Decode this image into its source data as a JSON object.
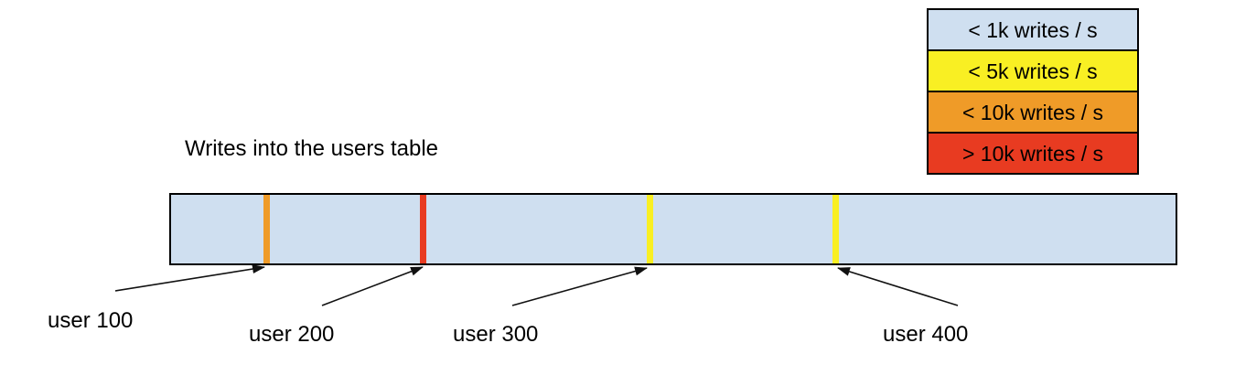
{
  "title": "Writes into the users table",
  "legend": {
    "items": [
      {
        "label": "< 1k writes / s",
        "color": "#cfdff0"
      },
      {
        "label": "< 5k writes / s",
        "color": "#f9ef23"
      },
      {
        "label": "< 10k writes / s",
        "color": "#ef9b28"
      },
      {
        "label": "> 10k writes / s",
        "color": "#e83b21"
      }
    ]
  },
  "bar": {
    "base_color": "#cfdff0",
    "hotspots": [
      {
        "user": "user 100",
        "color": "#ef9b28",
        "rate_category": "< 10k writes / s"
      },
      {
        "user": "user 200",
        "color": "#e83b21",
        "rate_category": "> 10k writes / s"
      },
      {
        "user": "user 300",
        "color": "#f9ef23",
        "rate_category": "< 5k writes / s"
      },
      {
        "user": "user 400",
        "color": "#f9ef23",
        "rate_category": "< 5k writes / s"
      }
    ]
  }
}
